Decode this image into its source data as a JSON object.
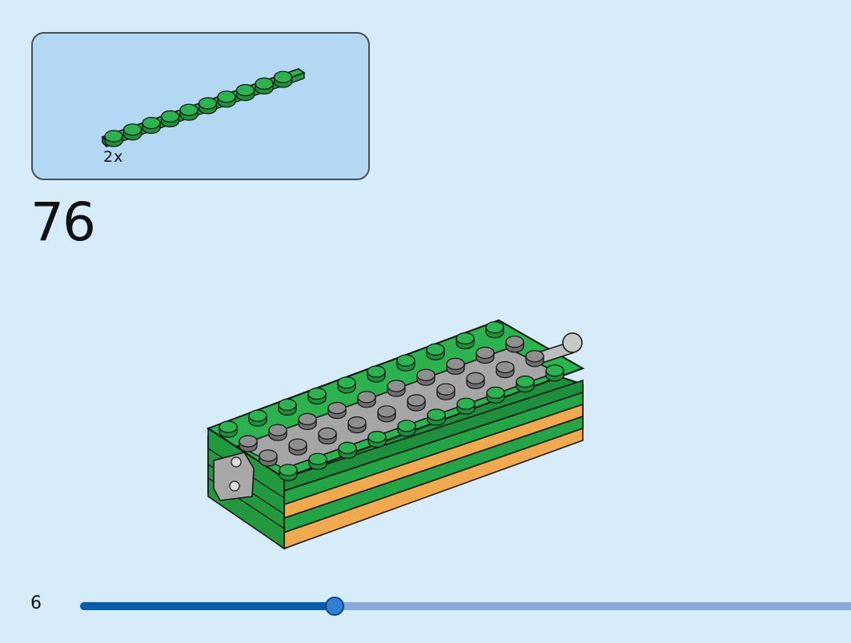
{
  "parts_callout": {
    "quantity_label": "2x",
    "part": "green-1x10-plate"
  },
  "step": {
    "number": "76"
  },
  "page": {
    "number": "6"
  },
  "progress": {
    "fraction": 0.33
  },
  "colors": {
    "background": "#d6ecfb",
    "callout_bg": "#b3d8f4",
    "brick_green": "#22a447",
    "brick_grey": "#9a9a9a",
    "brick_tan": "#f0a94f",
    "progress_fill": "#0b5ba8",
    "progress_track": "#88a9dc"
  }
}
